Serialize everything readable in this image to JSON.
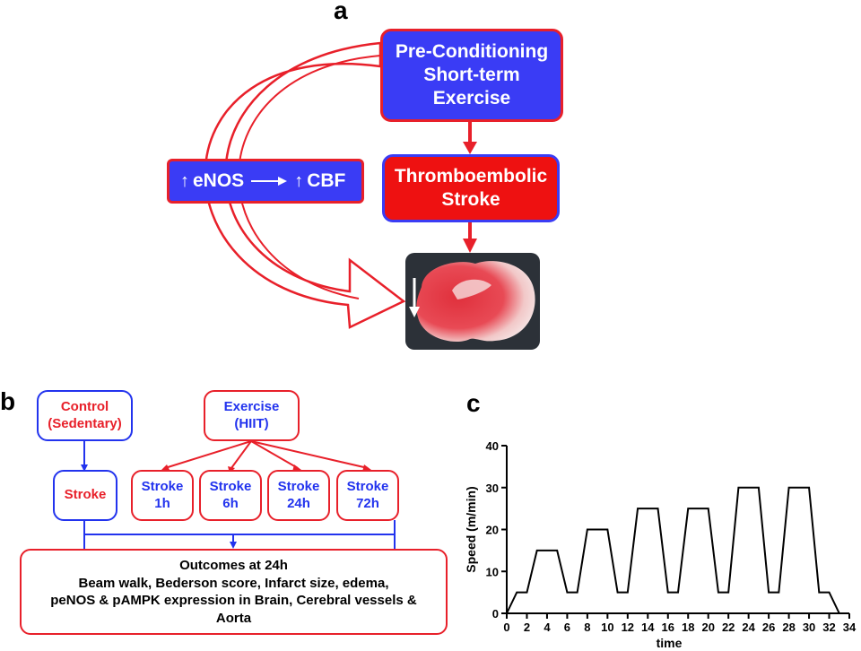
{
  "panel_a": {
    "letter": "a",
    "pre_conditioning": "Pre-Conditioning\nShort-term\nExercise",
    "stroke": "Thromboembolic\nStroke",
    "enos_label": "eNOS",
    "cbf_label": "CBF",
    "colors": {
      "blue": "#3a3cf5",
      "red": "#ee1111",
      "arrow": "#e8202a"
    }
  },
  "panel_b": {
    "letter": "b",
    "control": "Control\n(Sedentary)",
    "exercise": "Exercise\n(HIIT)",
    "control_stroke": "Stroke",
    "strokes": [
      "Stroke\n1h",
      "Stroke\n6h",
      "Stroke\n24h",
      "Stroke\n72h"
    ],
    "outcomes_title": "Outcomes at 24h",
    "outcomes_body": "Beam walk, Bederson score, Infarct size, edema,\npeNOS & pAMPK expression in Brain, Cerebral vessels &\nAorta"
  },
  "panel_c": {
    "letter": "c",
    "chart_data": {
      "type": "line",
      "xlabel": "time",
      "ylabel": "Speed (m/min)",
      "xlim": [
        0,
        34
      ],
      "ylim": [
        0,
        40
      ],
      "xticks": [
        0,
        2,
        4,
        6,
        8,
        10,
        12,
        14,
        16,
        18,
        20,
        22,
        24,
        26,
        28,
        30,
        32,
        34
      ],
      "yticks": [
        0,
        10,
        20,
        30,
        40
      ],
      "x": [
        0,
        1,
        2,
        3,
        5,
        6,
        7,
        8,
        10,
        11,
        12,
        13,
        15,
        16,
        17,
        18,
        20,
        21,
        22,
        23,
        25,
        26,
        27,
        28,
        30,
        31,
        32,
        33
      ],
      "y": [
        0,
        5,
        5,
        15,
        15,
        5,
        5,
        20,
        20,
        5,
        5,
        25,
        25,
        5,
        5,
        25,
        25,
        5,
        5,
        30,
        30,
        5,
        5,
        30,
        30,
        5,
        5,
        0
      ]
    }
  }
}
